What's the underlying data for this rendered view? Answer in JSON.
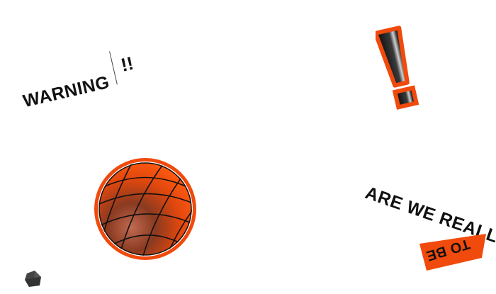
{
  "warning": {
    "label": "WARNING",
    "bangs": "!!"
  },
  "caption": {
    "really": "ARE WE REALLY",
    "to_be": "TO BE"
  },
  "icons": {
    "exclamation": "exclamation-mark-icon",
    "ball": "basketball-icon",
    "rock": "rock-icon"
  },
  "colors": {
    "accent": "#f04a0c",
    "ink": "#111111",
    "background": "#ffffff"
  }
}
